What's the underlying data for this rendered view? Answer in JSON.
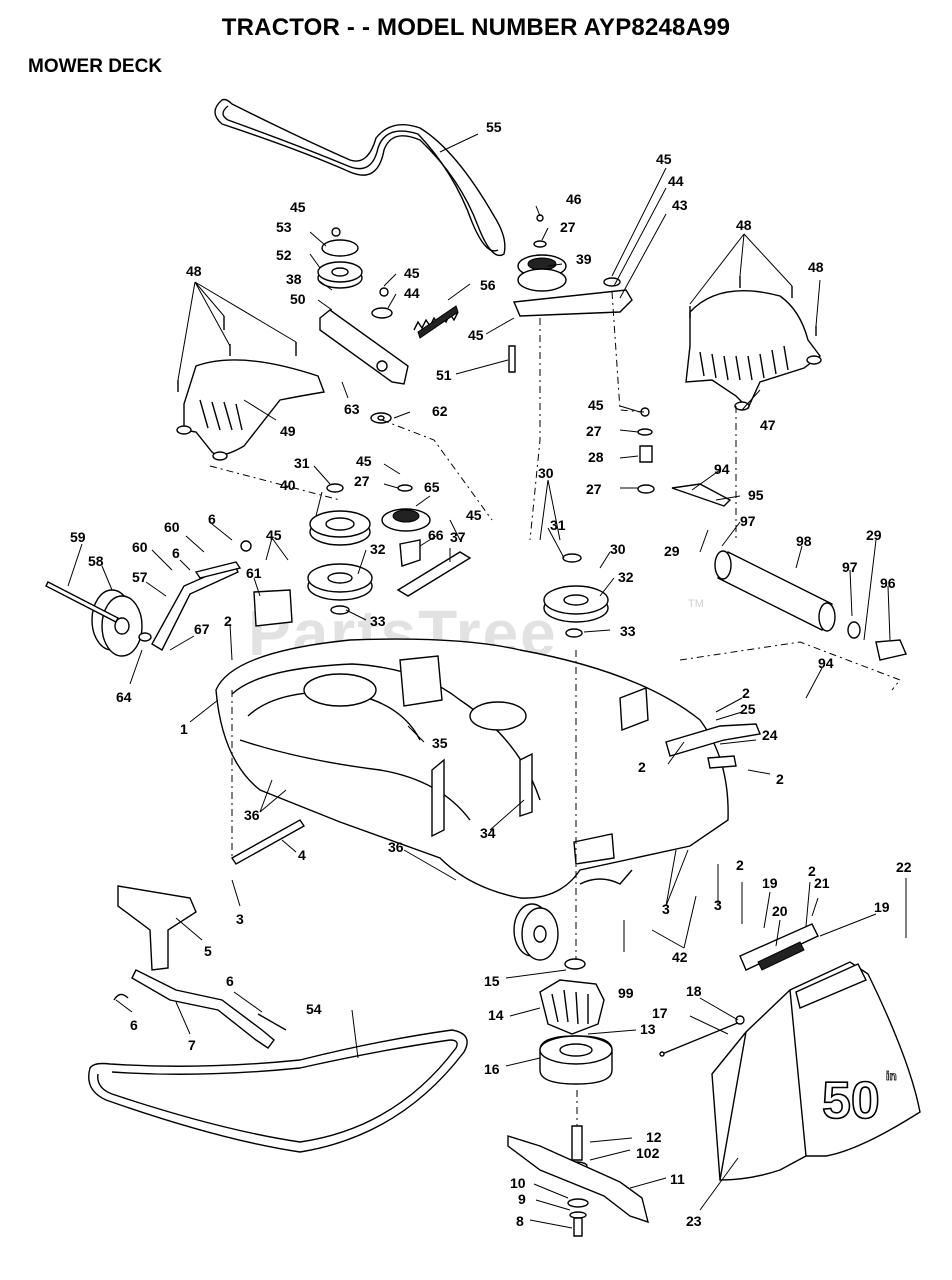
{
  "title": "TRACTOR - - MODEL NUMBER AYP8248A99",
  "section": "MOWER DECK",
  "watermark": "PartsTree",
  "watermark_tm": "TM",
  "deck_label": "50",
  "deck_label_unit": "in",
  "part_callouts": [
    {
      "label": "55"
    },
    {
      "label": "45"
    },
    {
      "label": "53"
    },
    {
      "label": "52"
    },
    {
      "label": "38"
    },
    {
      "label": "50"
    },
    {
      "label": "45"
    },
    {
      "label": "44"
    },
    {
      "label": "56"
    },
    {
      "label": "45"
    },
    {
      "label": "51"
    },
    {
      "label": "63"
    },
    {
      "label": "62"
    },
    {
      "label": "46"
    },
    {
      "label": "27"
    },
    {
      "label": "39"
    },
    {
      "label": "45"
    },
    {
      "label": "44"
    },
    {
      "label": "43"
    },
    {
      "label": "48"
    },
    {
      "label": "48"
    },
    {
      "label": "47"
    },
    {
      "label": "48"
    },
    {
      "label": "49"
    },
    {
      "label": "45"
    },
    {
      "label": "27"
    },
    {
      "label": "28"
    },
    {
      "label": "27"
    },
    {
      "label": "31"
    },
    {
      "label": "45"
    },
    {
      "label": "27"
    },
    {
      "label": "65"
    },
    {
      "label": "40"
    },
    {
      "label": "32"
    },
    {
      "label": "33"
    },
    {
      "label": "66"
    },
    {
      "label": "45"
    },
    {
      "label": "37"
    },
    {
      "label": "30"
    },
    {
      "label": "31"
    },
    {
      "label": "30"
    },
    {
      "label": "32"
    },
    {
      "label": "33"
    },
    {
      "label": "94"
    },
    {
      "label": "95"
    },
    {
      "label": "29"
    },
    {
      "label": "97"
    },
    {
      "label": "98"
    },
    {
      "label": "29"
    },
    {
      "label": "97"
    },
    {
      "label": "96"
    },
    {
      "label": "94"
    },
    {
      "label": "59"
    },
    {
      "label": "58"
    },
    {
      "label": "60"
    },
    {
      "label": "6"
    },
    {
      "label": "60"
    },
    {
      "label": "6"
    },
    {
      "label": "57"
    },
    {
      "label": "45"
    },
    {
      "label": "61"
    },
    {
      "label": "2"
    },
    {
      "label": "67"
    },
    {
      "label": "64"
    },
    {
      "label": "1"
    },
    {
      "label": "35"
    },
    {
      "label": "2"
    },
    {
      "label": "25"
    },
    {
      "label": "24"
    },
    {
      "label": "2"
    },
    {
      "label": "2"
    },
    {
      "label": "36"
    },
    {
      "label": "4"
    },
    {
      "label": "34"
    },
    {
      "label": "36"
    },
    {
      "label": "3"
    },
    {
      "label": "3"
    },
    {
      "label": "3"
    },
    {
      "label": "42"
    },
    {
      "label": "99"
    },
    {
      "label": "5"
    },
    {
      "label": "6"
    },
    {
      "label": "6"
    },
    {
      "label": "7"
    },
    {
      "label": "54"
    },
    {
      "label": "15"
    },
    {
      "label": "14"
    },
    {
      "label": "16"
    },
    {
      "label": "13"
    },
    {
      "label": "12"
    },
    {
      "label": "102"
    },
    {
      "label": "11"
    },
    {
      "label": "10"
    },
    {
      "label": "9"
    },
    {
      "label": "8"
    },
    {
      "label": "2"
    },
    {
      "label": "19"
    },
    {
      "label": "2"
    },
    {
      "label": "21"
    },
    {
      "label": "20"
    },
    {
      "label": "19"
    },
    {
      "label": "22"
    },
    {
      "label": "18"
    },
    {
      "label": "17"
    },
    {
      "label": "23"
    }
  ]
}
